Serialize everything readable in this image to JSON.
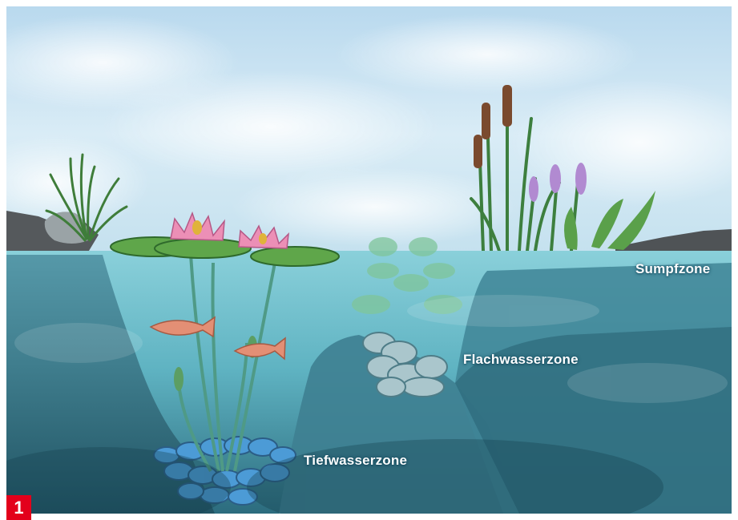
{
  "illustration": {
    "subject": "pond cross-section with planting zones",
    "zones": [
      {
        "key": "sumpf",
        "label": "Sumpfzone"
      },
      {
        "key": "flach",
        "label": "Flachwasserzone"
      },
      {
        "key": "tief",
        "label": "Tiefwasserzone"
      }
    ],
    "figure_number": "1",
    "colors": {
      "badge": "#e3001b",
      "water": "#5fb3c2",
      "deep_water": "#2f6f82",
      "sky": "#cfe6f3"
    }
  }
}
